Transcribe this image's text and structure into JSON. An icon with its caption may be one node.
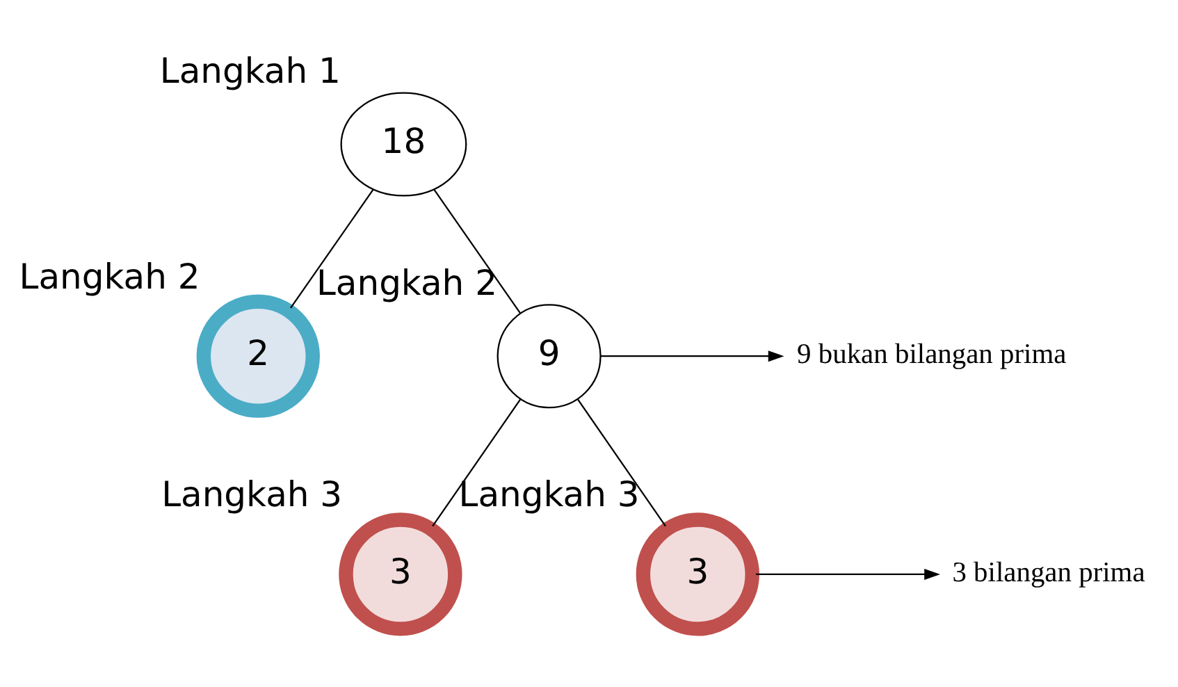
{
  "diagram": {
    "nodes": [
      {
        "text": [
          "18"
        ],
        "beside": [
          "Langkah 1"
        ]
      },
      {
        "text": [
          "2"
        ],
        "beside": [
          "Langkah 2"
        ]
      },
      {
        "text": [
          "9"
        ],
        "beside": [
          "Langkah 2"
        ]
      },
      {
        "text": [
          "9 bukan bilangan prima"
        ]
      },
      {
        "text": [
          "3"
        ],
        "beside": [
          "Langkah 3"
        ]
      },
      {
        "text": [
          "3"
        ],
        "beside": [
          "Langkah 3"
        ]
      },
      {
        "text": [
          "3 bilangan prima"
        ]
      }
    ],
    "edges": [
      {
        "from": 0,
        "to": 1,
        "arrow": "none"
      },
      {
        "from": 0,
        "to": 2,
        "arrow": "none"
      },
      {
        "from": 2,
        "to": 3,
        "arrow": "to"
      },
      {
        "from": 2,
        "to": 4,
        "arrow": "none"
      },
      {
        "from": 2,
        "to": 5,
        "arrow": "none"
      },
      {
        "from": 5,
        "to": 6,
        "arrow": "to"
      }
    ]
  }
}
